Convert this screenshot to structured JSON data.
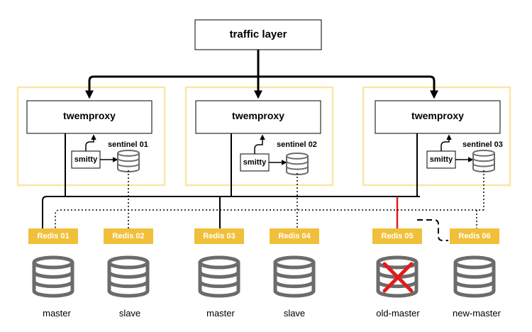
{
  "traffic_layer": {
    "label": "traffic layer"
  },
  "proxy_groups": [
    {
      "twemproxy": "twemproxy",
      "smitty": "smitty",
      "sentinel": "sentinel 01"
    },
    {
      "twemproxy": "twemproxy",
      "smitty": "smitty",
      "sentinel": "sentinel 02"
    },
    {
      "twemproxy": "twemproxy",
      "smitty": "smitty",
      "sentinel": "sentinel 03"
    }
  ],
  "redis_nodes": [
    {
      "label": "Redis 01",
      "role": "master"
    },
    {
      "label": "Redis 02",
      "role": "slave"
    },
    {
      "label": "Redis 03",
      "role": "master"
    },
    {
      "label": "Redis 04",
      "role": "slave"
    },
    {
      "label": "Redis 05",
      "role": "old-master",
      "failed": true
    },
    {
      "label": "Redis 06",
      "role": "new-master"
    }
  ],
  "colors": {
    "group_border": "#fbe6a6",
    "redis_label_bg": "#f0c03a",
    "db_icon": "#6b6b6b",
    "failed_link": "#e31b1b",
    "failed_mark": "#e31b1b"
  }
}
